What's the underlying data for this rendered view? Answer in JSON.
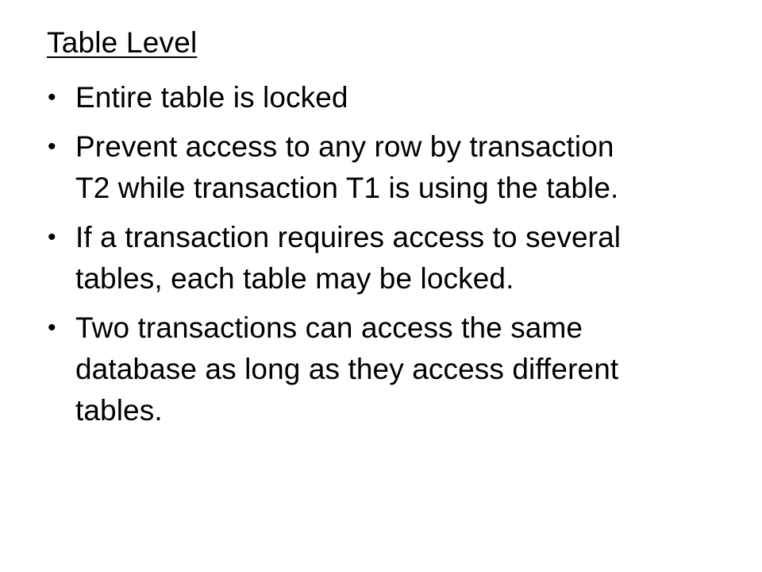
{
  "slide": {
    "heading": "Table Level",
    "bullet_symbol": "•",
    "bullets": [
      "Entire table is locked",
      "Prevent access to any row by transaction\nT2 while transaction T1 is using the table.",
      "If a transaction requires access to several\ntables, each table may be locked.",
      "Two transactions can access the same\ndatabase as long as they access different\ntables."
    ]
  }
}
